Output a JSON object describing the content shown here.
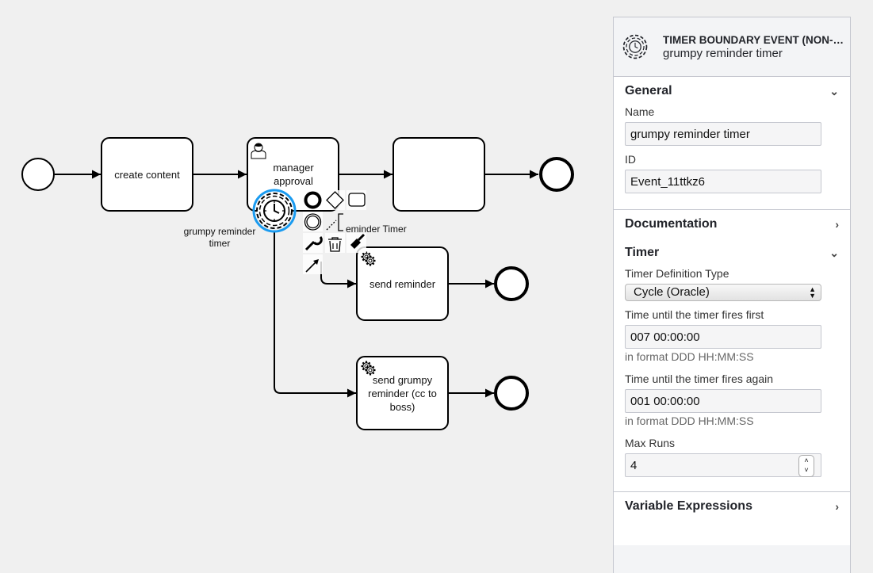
{
  "diagram": {
    "tasks": [
      {
        "id": "create-content",
        "label": "create content"
      },
      {
        "id": "manager-approval",
        "label": "manager approval",
        "type": "user"
      },
      {
        "id": "unnamed-task",
        "label": ""
      },
      {
        "id": "send-reminder",
        "label": "send reminder",
        "type": "service"
      },
      {
        "id": "send-grumpy-reminder",
        "label": "send grumpy reminder (cc to boss)",
        "type": "service"
      }
    ],
    "boundary_event_label": "grumpy reminder timer",
    "partial_label": "eminder Timer",
    "selection_color": "#1a9bf0"
  },
  "context_pad": {
    "items": [
      "end-event",
      "gateway",
      "task",
      "intermediate-event",
      "text-annotation",
      "change-type",
      "delete",
      "color",
      "connect"
    ]
  },
  "panel": {
    "header": {
      "type": "TIMER BOUNDARY EVENT (NON-INTERRUPTING)",
      "name": "grumpy reminder timer"
    },
    "general": {
      "title": "General",
      "name_label": "Name",
      "name_value": "grumpy reminder timer",
      "id_label": "ID",
      "id_value": "Event_11ttkz6"
    },
    "documentation": {
      "title": "Documentation"
    },
    "timer": {
      "title": "Timer",
      "type_label": "Timer Definition Type",
      "type_value": "Cycle (Oracle)",
      "first_label": "Time until the timer fires first",
      "first_value": "007 00:00:00",
      "first_hint": "in format DDD HH:MM:SS",
      "again_label": "Time until the timer fires again",
      "again_value": "001 00:00:00",
      "again_hint": "in format DDD HH:MM:SS",
      "max_runs_label": "Max Runs",
      "max_runs_value": "4"
    },
    "variable_expressions": {
      "title": "Variable Expressions"
    }
  }
}
